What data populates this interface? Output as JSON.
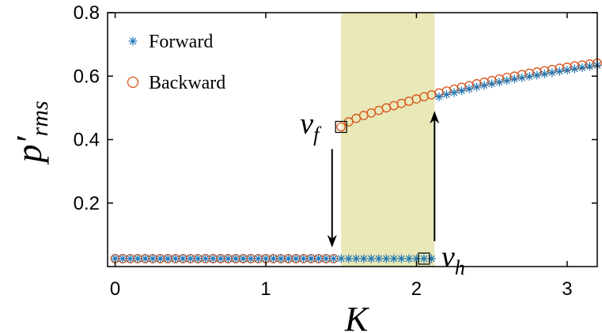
{
  "chart_data": {
    "type": "scatter",
    "xlabel": "K",
    "ylabel": "p′",
    "ylabel_sub": "rms",
    "xlim": [
      -0.05,
      3.2
    ],
    "ylim": [
      0.0,
      0.8
    ],
    "xticks": [
      0,
      1,
      2,
      3
    ],
    "yticks": [
      0.2,
      0.4,
      0.6,
      0.8
    ],
    "xtick_labels": [
      "0",
      "1",
      "2",
      "3"
    ],
    "ytick_labels": [
      "0.2",
      "0.4",
      "0.6",
      "0.8"
    ],
    "grid": false,
    "legend_position": "top-left",
    "shaded_region": {
      "x": [
        1.5,
        2.12
      ],
      "color": "#e8e8b8"
    },
    "series": [
      {
        "name": "Forward",
        "marker": "asterisk",
        "color": "#1f77b4",
        "x": [
          0,
          0.05,
          0.1,
          0.15,
          0.2,
          0.25,
          0.3,
          0.35,
          0.4,
          0.45,
          0.5,
          0.55,
          0.6,
          0.65,
          0.7,
          0.75,
          0.8,
          0.85,
          0.9,
          0.95,
          1,
          1.05,
          1.1,
          1.15,
          1.2,
          1.25,
          1.3,
          1.35,
          1.4,
          1.45,
          1.5,
          1.55,
          1.6,
          1.65,
          1.7,
          1.75,
          1.8,
          1.85,
          1.9,
          1.95,
          2,
          2.05,
          2.1,
          2.15,
          2.2,
          2.25,
          2.3,
          2.35,
          2.4,
          2.45,
          2.5,
          2.55,
          2.6,
          2.65,
          2.7,
          2.75,
          2.8,
          2.85,
          2.9,
          2.95,
          3,
          3.05,
          3.1,
          3.15,
          3.2
        ],
        "y": [
          0.025,
          0.025,
          0.025,
          0.025,
          0.025,
          0.025,
          0.025,
          0.025,
          0.025,
          0.025,
          0.025,
          0.025,
          0.025,
          0.025,
          0.025,
          0.025,
          0.025,
          0.025,
          0.025,
          0.025,
          0.025,
          0.025,
          0.025,
          0.025,
          0.025,
          0.025,
          0.025,
          0.025,
          0.025,
          0.025,
          0.025,
          0.025,
          0.025,
          0.025,
          0.025,
          0.025,
          0.025,
          0.025,
          0.025,
          0.025,
          0.025,
          0.025,
          0.025,
          0.535,
          0.542,
          0.548,
          0.554,
          0.56,
          0.566,
          0.571,
          0.576,
          0.581,
          0.586,
          0.591,
          0.595,
          0.599,
          0.603,
          0.607,
          0.611,
          0.615,
          0.619,
          0.623,
          0.627,
          0.631,
          0.634
        ]
      },
      {
        "name": "Backward",
        "marker": "circle",
        "color": "#d95319",
        "x": [
          0,
          0.05,
          0.1,
          0.15,
          0.2,
          0.25,
          0.3,
          0.35,
          0.4,
          0.45,
          0.5,
          0.55,
          0.6,
          0.65,
          0.7,
          0.75,
          0.8,
          0.85,
          0.9,
          0.95,
          1,
          1.05,
          1.1,
          1.15,
          1.2,
          1.25,
          1.3,
          1.35,
          1.4,
          1.45,
          1.5,
          1.55,
          1.6,
          1.65,
          1.7,
          1.75,
          1.8,
          1.85,
          1.9,
          1.95,
          2,
          2.05,
          2.1,
          2.15,
          2.2,
          2.25,
          2.3,
          2.35,
          2.4,
          2.45,
          2.5,
          2.55,
          2.6,
          2.65,
          2.7,
          2.75,
          2.8,
          2.85,
          2.9,
          2.95,
          3,
          3.05,
          3.1,
          3.15,
          3.2
        ],
        "y": [
          0.025,
          0.025,
          0.025,
          0.025,
          0.025,
          0.025,
          0.025,
          0.025,
          0.025,
          0.025,
          0.025,
          0.025,
          0.025,
          0.025,
          0.025,
          0.025,
          0.025,
          0.025,
          0.025,
          0.025,
          0.025,
          0.025,
          0.025,
          0.025,
          0.025,
          0.025,
          0.025,
          0.025,
          0.025,
          0.025,
          0.44,
          0.456,
          0.467,
          0.476,
          0.484,
          0.492,
          0.5,
          0.507,
          0.514,
          0.521,
          0.528,
          0.535,
          0.541,
          0.547,
          0.553,
          0.559,
          0.565,
          0.57,
          0.576,
          0.581,
          0.586,
          0.591,
          0.596,
          0.6,
          0.605,
          0.609,
          0.613,
          0.617,
          0.621,
          0.625,
          0.628,
          0.632,
          0.635,
          0.638,
          0.641
        ]
      }
    ],
    "annotations": [
      {
        "label": "ν",
        "sub": "f",
        "box_point": [
          1.5,
          0.44
        ],
        "arrow_from": [
          1.44,
          0.37
        ],
        "arrow_to": [
          1.44,
          0.06
        ]
      },
      {
        "label": "ν",
        "sub": "h",
        "box_point": [
          2.05,
          0.025
        ],
        "arrow_from": [
          2.12,
          0.08
        ],
        "arrow_to": [
          2.12,
          0.49
        ]
      }
    ]
  }
}
